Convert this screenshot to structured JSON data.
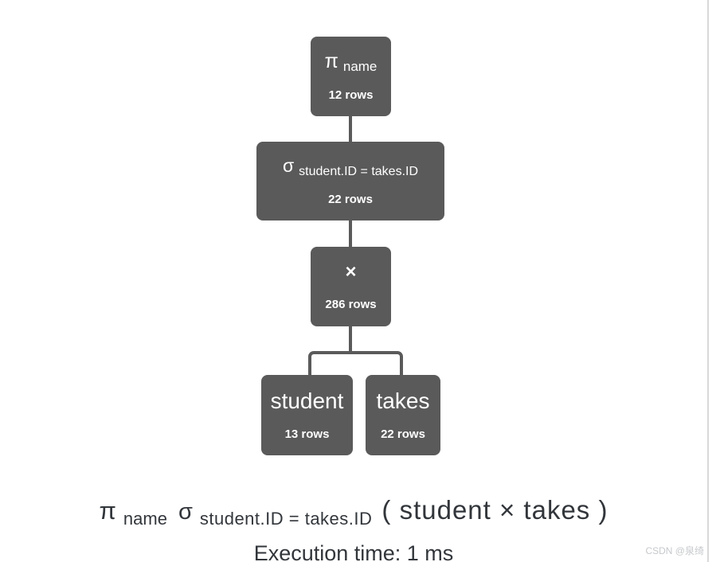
{
  "tree": {
    "nodes": [
      {
        "op": "π",
        "sub": "name",
        "rows": "12 rows"
      },
      {
        "op": "σ",
        "sub": "student.ID = takes.ID",
        "rows": "22 rows"
      },
      {
        "op": "×",
        "rows": "286 rows"
      },
      {
        "name": "student",
        "rows": "13 rows"
      },
      {
        "name": "takes",
        "rows": "22 rows"
      }
    ]
  },
  "expression": {
    "pi_op": "π",
    "pi_sub": "name",
    "sigma_op": "σ",
    "sigma_sub": "student.ID = takes.ID",
    "tail": "( student × takes )"
  },
  "status": {
    "execution_time": "Execution time: 1 ms"
  },
  "watermark": "CSDN @泉绮",
  "colors": {
    "node_background": "#5a5a5a",
    "node_text": "#ffffff",
    "connector": "#5a5a5a",
    "expression_text": "#32363b",
    "watermark_text": "#c6c9cc",
    "right_border": "#d9d9d9"
  }
}
